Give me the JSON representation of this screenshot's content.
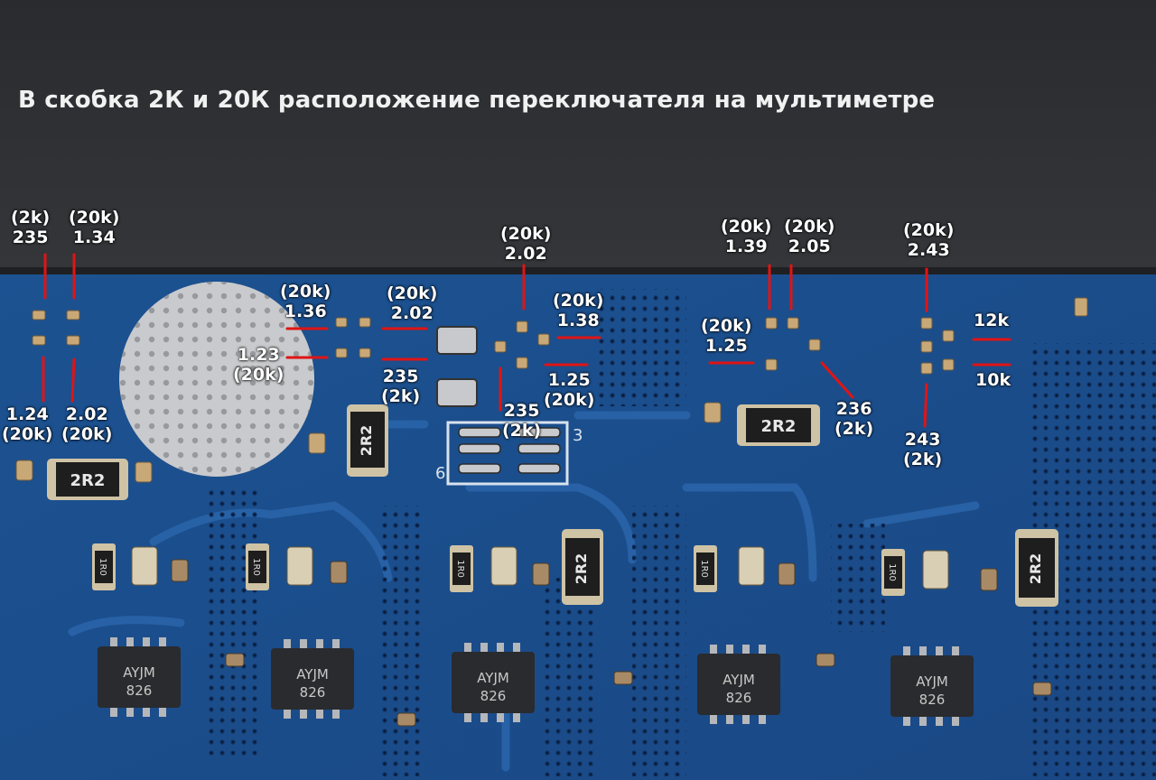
{
  "title": "В скобка 2К и 20К расположение переключателя на мультиметре",
  "colors": {
    "board": "#1b4f8f",
    "board_dark": "#12356a",
    "cover": "#2c2e32",
    "marker": "#e01414",
    "text": "#ffffff"
  },
  "labels": {
    "a1": {
      "l1": "(2k)",
      "l2": "235"
    },
    "a2": {
      "l1": "(20k)",
      "l2": "1.34"
    },
    "a3": {
      "l1": "1.24",
      "l2": "(20k)"
    },
    "a4": {
      "l1": "2.02",
      "l2": "(20k)"
    },
    "b1": {
      "l1": "(20k)",
      "l2": "1.36"
    },
    "b2": {
      "l1": "(20k)",
      "l2": "2.02"
    },
    "b3": {
      "l1": "1.23",
      "l2": "(20k)"
    },
    "b4": {
      "l1": "235",
      "l2": "(2k)"
    },
    "c1": {
      "l1": "(20k)",
      "l2": "2.02"
    },
    "c2": {
      "l1": "(20k)",
      "l2": "1.38"
    },
    "c3": {
      "l1": "1.25",
      "l2": "(20k)"
    },
    "c4": {
      "l1": "235",
      "l2": "(2k)"
    },
    "d1": {
      "l1": "(20k)",
      "l2": "1.39"
    },
    "d2": {
      "l1": "(20k)",
      "l2": "2.05"
    },
    "d3": {
      "l1": "(20k)",
      "l2": "1.25"
    },
    "d4": {
      "l1": "236",
      "l2": "(2k)"
    },
    "e1": {
      "l1": "(20k)",
      "l2": "2.43"
    },
    "e2": {
      "l1": "12k"
    },
    "e3": {
      "l1": "10k"
    },
    "e4": {
      "l1": "243",
      "l2": "(2k)"
    }
  },
  "components": {
    "inductor_marking": "2R2",
    "resistor_marking": "1R0",
    "chip_line1": "AYJM",
    "chip_line2": "826",
    "silk_3": "3",
    "silk_6": "6"
  }
}
